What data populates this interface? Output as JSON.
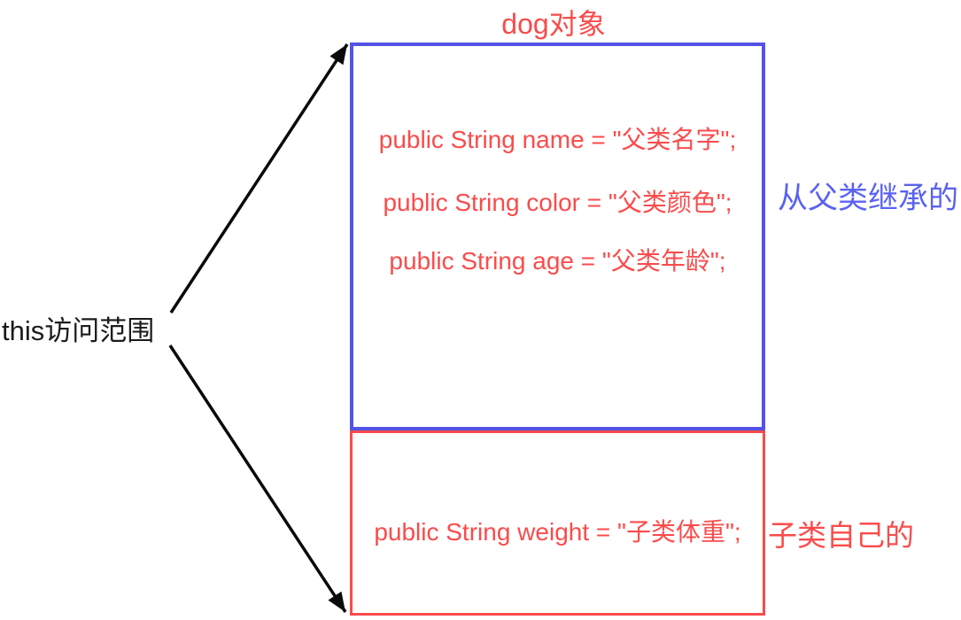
{
  "diagram": {
    "title": "dog对象",
    "this_label": "this访问范围",
    "parent_box": {
      "lines": [
        "public String name = \"父类名字\";",
        "public String color = \"父类颜色\";",
        "public String age = \"父类年龄\";"
      ],
      "side_label": "从父类继承的"
    },
    "child_box": {
      "lines": [
        "public String weight = \"子类体重\";"
      ],
      "side_label": "子类自己的"
    },
    "colors": {
      "red": "#fb4b4b",
      "blue_border": "#5453e6",
      "blue_text": "#5a62f0",
      "arrow_black": "#0a0a0a"
    }
  }
}
